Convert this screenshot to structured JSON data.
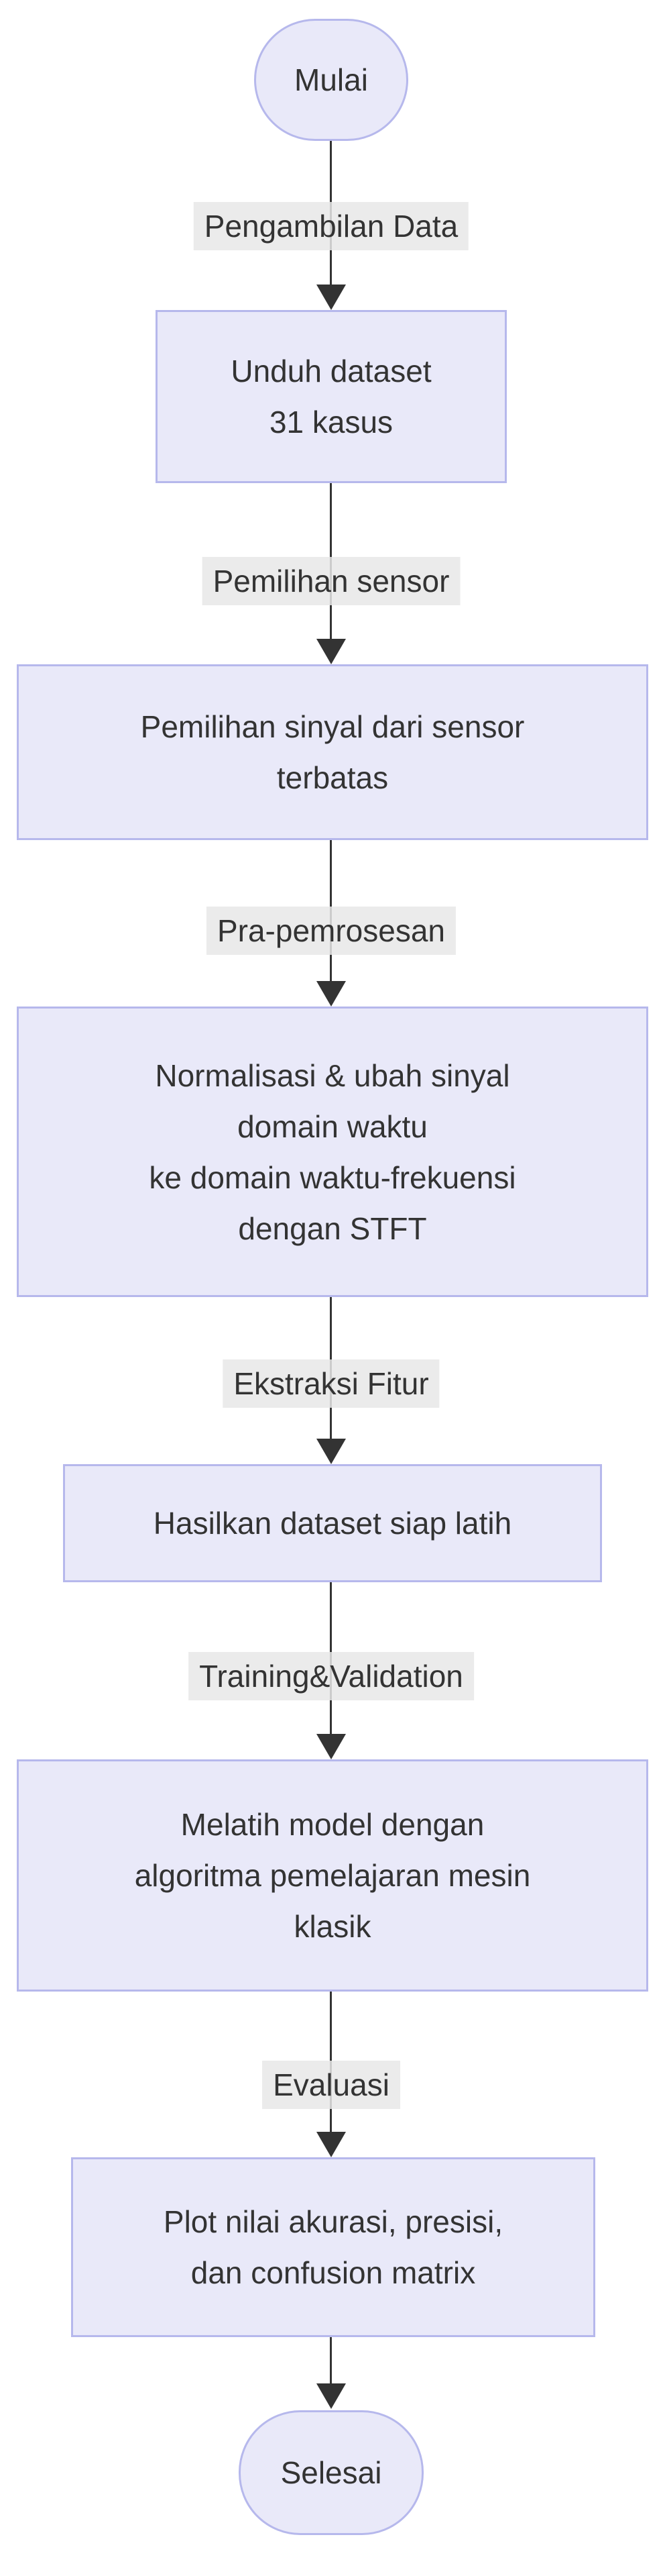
{
  "diagram": {
    "type": "flowchart-vertical",
    "background": "#ffffff",
    "colors": {
      "node_fill": "#E9E9F9",
      "node_border": "#B6B8EC",
      "node_text": "#333333",
      "edge_line": "#333333",
      "arrowhead": "#333333",
      "edge_label_bg": "#E8E8E8",
      "edge_label_text": "#333333"
    },
    "nodes": [
      {
        "id": "start",
        "shape": "stadium",
        "lines": [
          "Mulai"
        ]
      },
      {
        "id": "unduh",
        "shape": "rect",
        "lines": [
          "Unduh dataset",
          "31 kasus"
        ]
      },
      {
        "id": "pemilihan",
        "shape": "rect",
        "lines": [
          "Pemilihan sinyal dari sensor",
          "terbatas"
        ]
      },
      {
        "id": "normalisasi",
        "shape": "rect",
        "lines": [
          "Normalisasi & ubah sinyal",
          "domain waktu",
          "ke domain waktu-frekuensi",
          "dengan STFT"
        ]
      },
      {
        "id": "hasilkan",
        "shape": "rect",
        "lines": [
          "Hasilkan dataset siap latih"
        ]
      },
      {
        "id": "melatih",
        "shape": "rect",
        "lines": [
          "Melatih model dengan",
          "algoritma pemelajaran mesin",
          "klasik"
        ]
      },
      {
        "id": "plot",
        "shape": "rect",
        "lines": [
          "Plot nilai akurasi, presisi,",
          "dan confusion matrix"
        ]
      },
      {
        "id": "end",
        "shape": "stadium",
        "lines": [
          "Selesai"
        ]
      }
    ],
    "edges": [
      {
        "from": "start",
        "to": "unduh",
        "label": "Pengambilan Data"
      },
      {
        "from": "unduh",
        "to": "pemilihan",
        "label": "Pemilihan sensor"
      },
      {
        "from": "pemilihan",
        "to": "normalisasi",
        "label": "Pra-pemrosesan"
      },
      {
        "from": "normalisasi",
        "to": "hasilkan",
        "label": "Ekstraksi Fitur"
      },
      {
        "from": "hasilkan",
        "to": "melatih",
        "label": "Training&Validation"
      },
      {
        "from": "melatih",
        "to": "plot",
        "label": "Evaluasi"
      },
      {
        "from": "plot",
        "to": "end",
        "label": ""
      }
    ]
  }
}
